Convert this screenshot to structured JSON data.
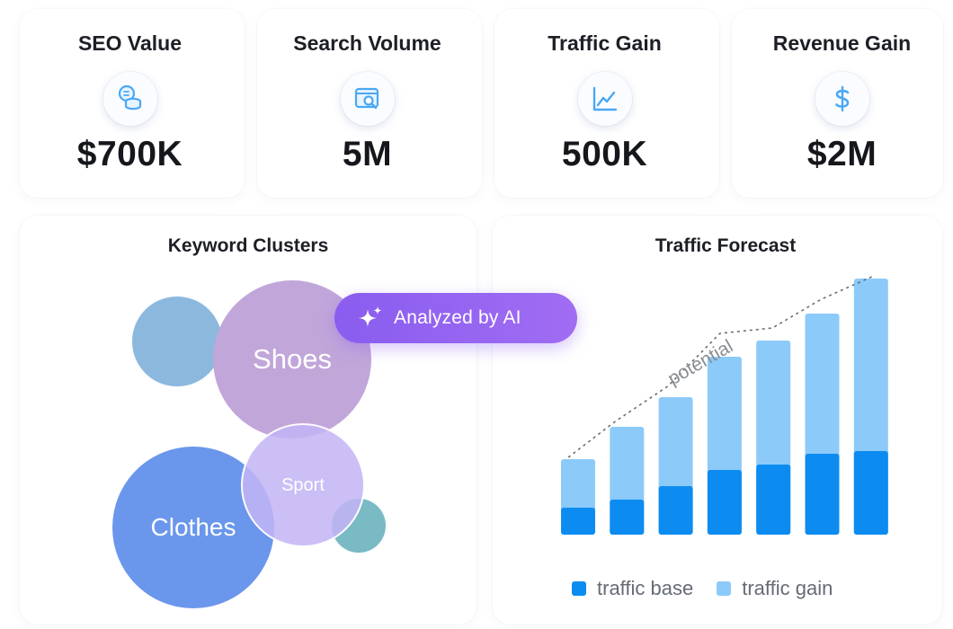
{
  "metrics": [
    {
      "label": "SEO Value",
      "value": "$700K",
      "icon": "coins-icon"
    },
    {
      "label": "Search Volume",
      "value": "5M",
      "icon": "search-window-icon"
    },
    {
      "label": "Traffic Gain",
      "value": "500K",
      "icon": "trend-chart-icon"
    },
    {
      "label": "Revenue Gain",
      "value": "$2M",
      "icon": "dollar-icon"
    }
  ],
  "colors": {
    "icon_blue": "#4aa8f5",
    "base": "#0c8cf0",
    "gain": "#8ccaf9",
    "ai_badge": "#8a5df0",
    "bubble_shoes": "#c1a6da",
    "bubble_clothes": "#6a96ec",
    "bubble_sport": "#c4b5f3",
    "bubble_blue": "#8cb8de",
    "bubble_teal": "#79bac4"
  },
  "keyword_clusters": {
    "title": "Keyword Clusters",
    "bubbles": [
      {
        "label": "Shoes"
      },
      {
        "label": "Clothes"
      },
      {
        "label": "Sport"
      },
      {
        "label": ""
      },
      {
        "label": ""
      }
    ],
    "badge": {
      "label": "Analyzed by AI",
      "icon": "sparkles-icon"
    }
  },
  "chart_data": {
    "type": "bar",
    "title": "Traffic Forecast",
    "stacked": true,
    "categories": [
      "",
      "",
      "",
      "",
      "",
      "",
      ""
    ],
    "series": [
      {
        "name": "traffic base",
        "values": [
          10,
          13,
          18,
          24,
          26,
          30,
          31
        ]
      },
      {
        "name": "traffic gain",
        "values": [
          18,
          27,
          33,
          42,
          46,
          52,
          64
        ]
      }
    ],
    "ylim": [
      0,
      100
    ],
    "annotation": {
      "label": "potential",
      "style": "dashed-trend-line"
    },
    "legend_position": "bottom",
    "grid": false
  }
}
